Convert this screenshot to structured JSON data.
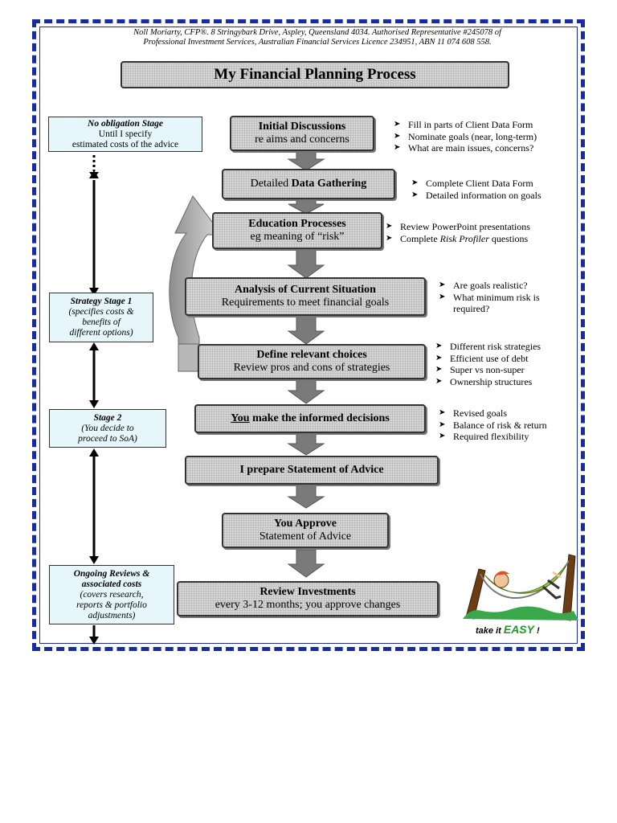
{
  "header": {
    "line1": "Noll Moriarty, CFP®.  8 Stringybark Drive, Aspley, Queensland  4034.  Authorised Representative #245078 of",
    "line2": "Professional Investment Services,  Australian Financial Services Licence 234951,  ABN 11 074 608 558."
  },
  "title": "My Financial Planning Process",
  "steps": [
    {
      "line1": "Initial Discussions",
      "line2": "re aims and concerns"
    },
    {
      "pre": "Detailed ",
      "bold": "Data Gathering"
    },
    {
      "line1": "Education Processes",
      "line2": "eg meaning of “risk”"
    },
    {
      "line1": "Analysis of Current Situation",
      "line2": "Requirements to meet financial goals"
    },
    {
      "line1": "Define relevant choices",
      "line2": "Review pros and cons of strategies"
    },
    {
      "u": "You",
      "rest": " make the informed decisions"
    },
    {
      "line1": "I prepare Statement of Advice"
    },
    {
      "line1": "You Approve",
      "line2": "Statement of Advice"
    },
    {
      "line1": "Review Investments",
      "line2": "every 3-12 months; you approve changes"
    }
  ],
  "bullets": {
    "initial": [
      "Fill in parts of Client Data Form",
      "Nominate goals (near, long-term)",
      "What are main issues, concerns?"
    ],
    "gathering": [
      "Complete Client Data Form",
      "Detailed information on goals"
    ],
    "education": {
      "item1": "Review PowerPoint presentations",
      "item2_pre": "Complete ",
      "item2_em": "Risk Profiler",
      "item2_post": " questions"
    },
    "analysis": [
      "Are goals realistic?",
      "What minimum risk is",
      "required?"
    ],
    "choices": [
      "Different risk strategies",
      "Efficient use of debt",
      "Super vs non-super",
      "Ownership structures"
    ],
    "decisions": [
      "Revised goals",
      "Balance of risk & return",
      "Required flexibility"
    ]
  },
  "stages": {
    "no_obligation": {
      "title": "No obligation Stage",
      "line1": "Until I specify",
      "line2": "estimated costs of the advice"
    },
    "strategy": {
      "title": "Strategy Stage 1",
      "line1": "(specifies costs &",
      "line2": "benefits of",
      "line3": "different options)"
    },
    "stage2": {
      "title": "Stage 2",
      "line1": "(You decide to",
      "line2": "proceed to SoA)"
    },
    "ongoing": {
      "title1": "Ongoing Reviews &",
      "title2": "associated costs",
      "line1": "(covers research,",
      "line2": "reports & portfolio",
      "line3": "adjustments)"
    }
  },
  "caption": {
    "pre": "take it ",
    "easy": "EASY",
    "post": " !"
  },
  "colors": {
    "border": "#1a2aa0",
    "box_fill": "#d6d6d6",
    "stage_fill": "#e6f6fb",
    "easy": "#1d9a2c",
    "arrow": "#7a7a7a"
  },
  "icons": {
    "bullet": "arrowhead-bullet-icon",
    "cartoon": "hammock-cartoon"
  }
}
